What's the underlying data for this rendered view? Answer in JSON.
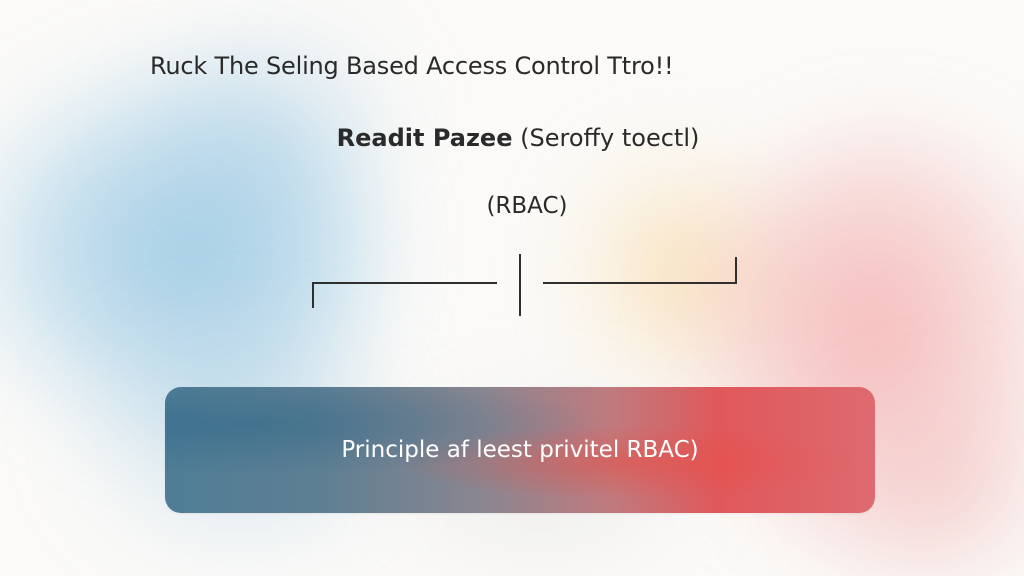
{
  "slide": {
    "title": "Ruck The Seling Based Access Control Ttro!!",
    "subtitle_bold": "Readit Pazee",
    "subtitle_rest": " (Seroffy toectl)",
    "acronym": "(RBAC)",
    "banner_text": "Principle af leest privitel RBAC)"
  },
  "colors": {
    "text": "#2a2a2a",
    "banner_blue": "#4f7d96",
    "banner_red": "#e0585a",
    "banner_text": "#ffffff"
  }
}
